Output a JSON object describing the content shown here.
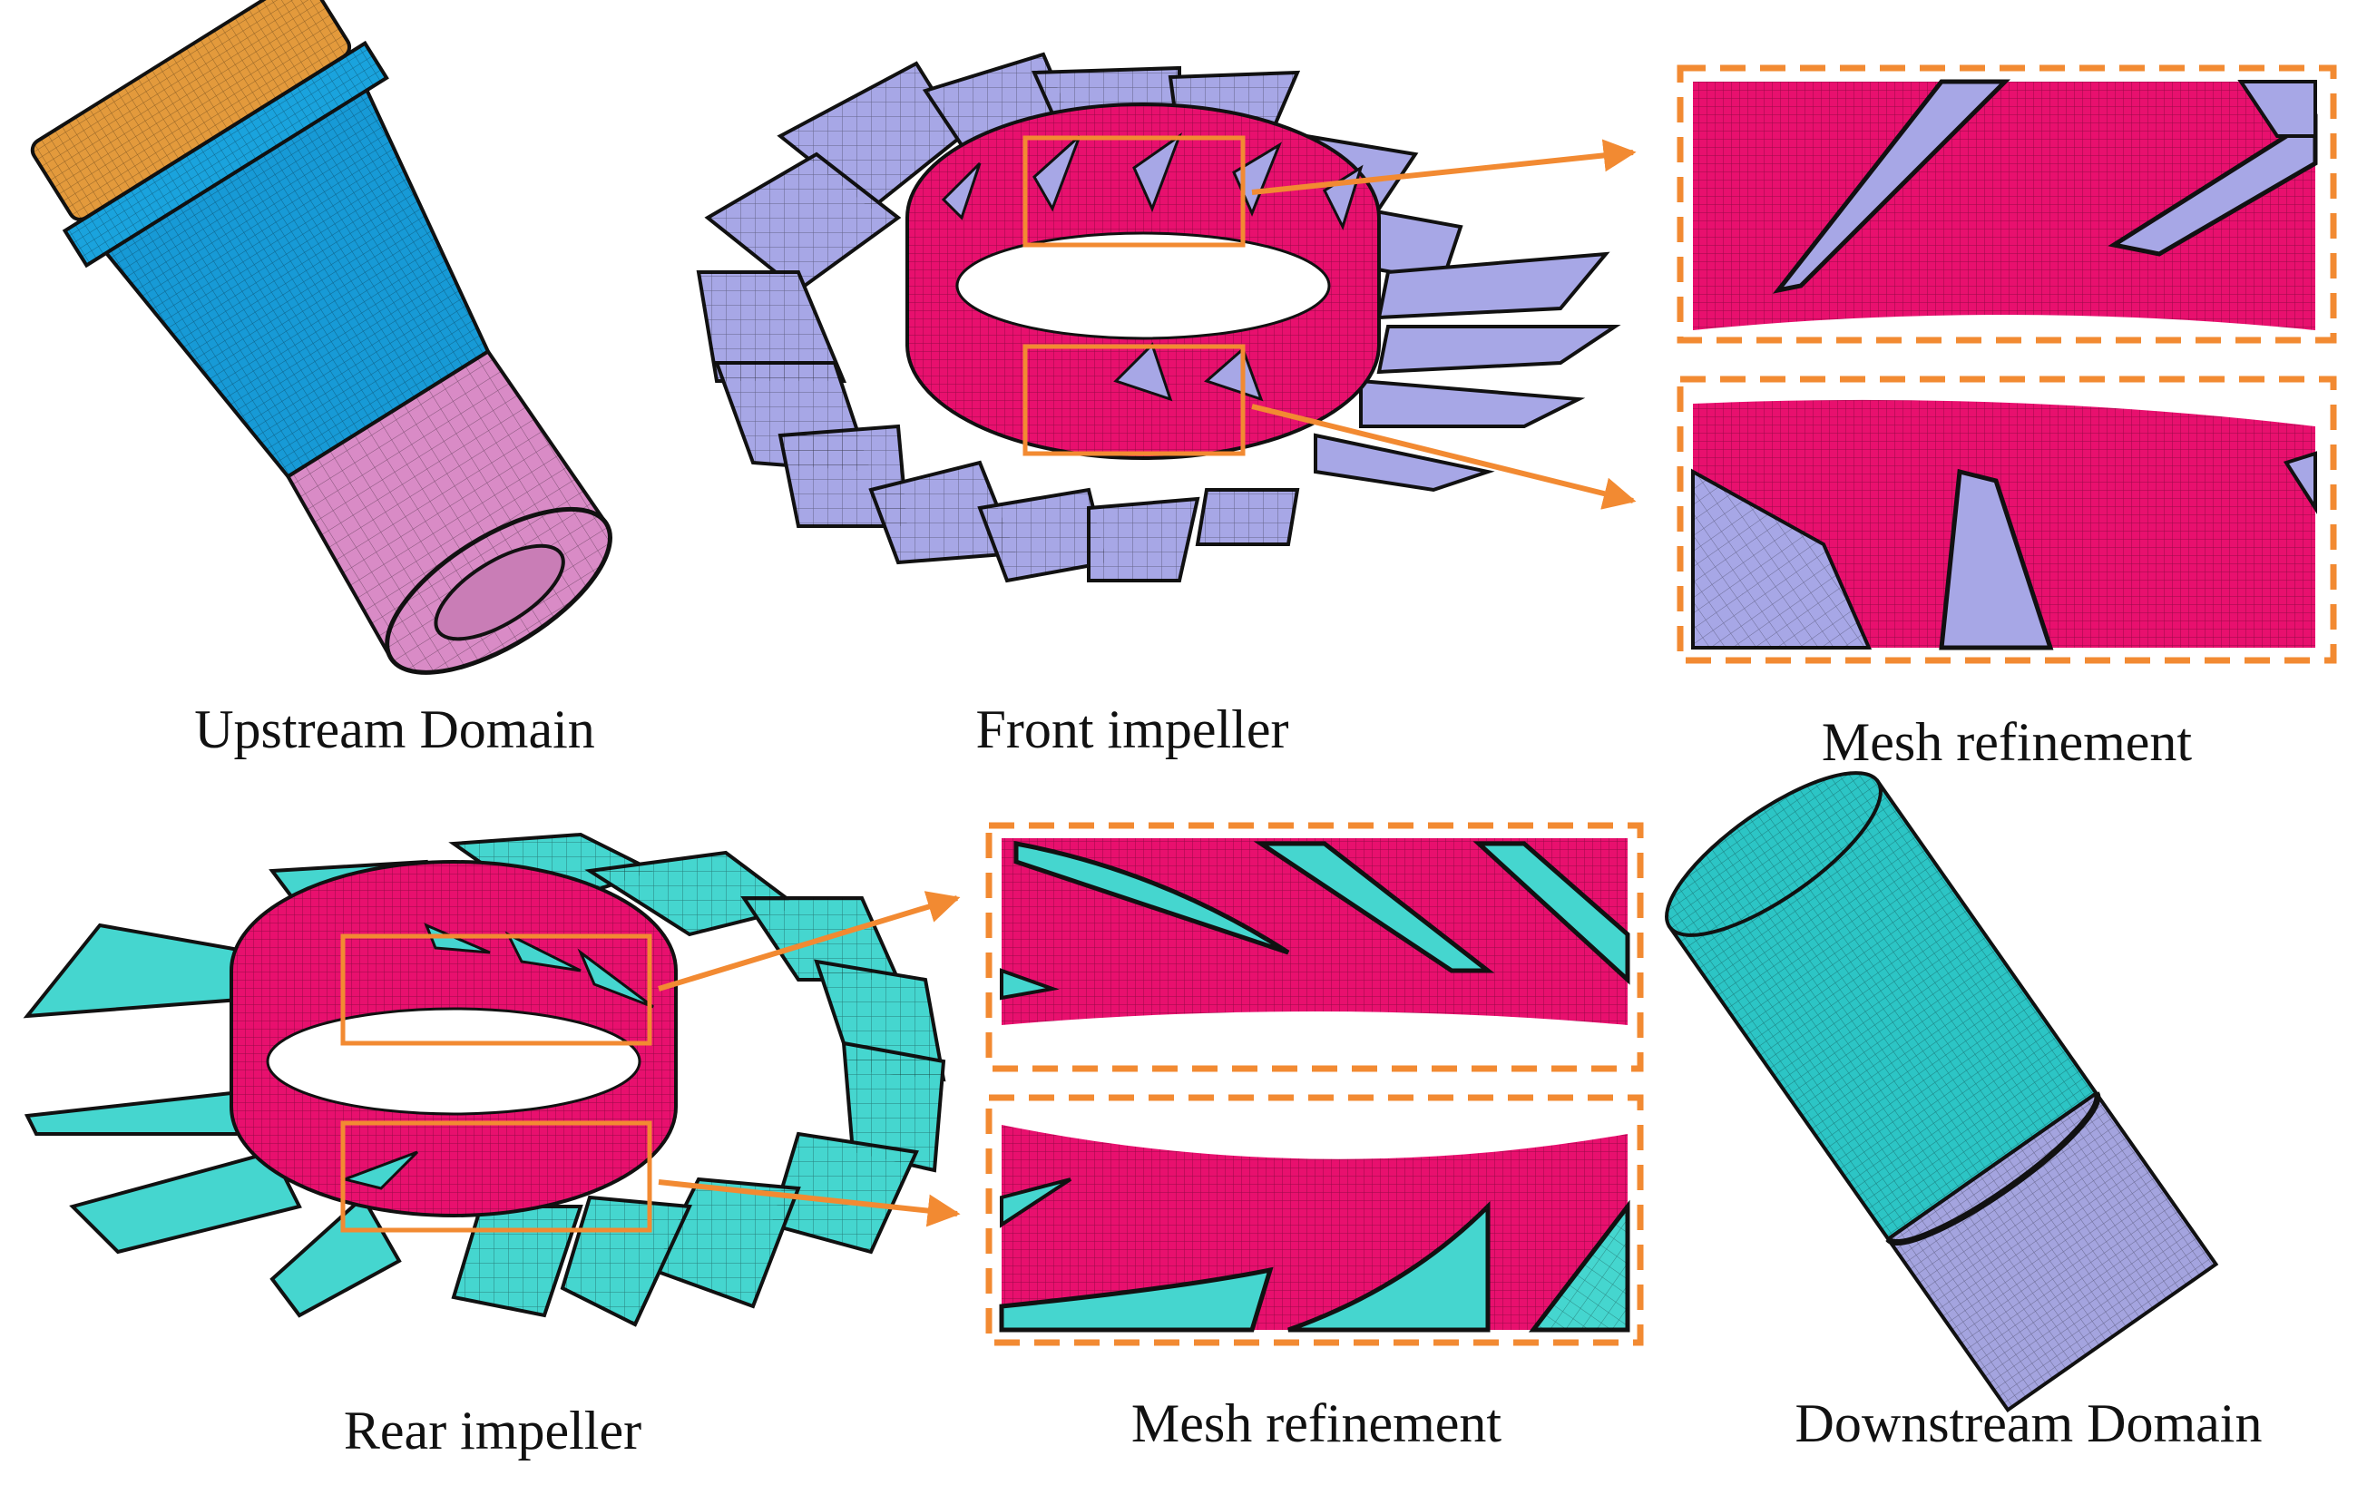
{
  "panels": {
    "upstream_domain": {
      "caption": "Upstream Domain"
    },
    "front_impeller": {
      "caption": "Front impeller"
    },
    "front_mesh_refinement": {
      "caption": "Mesh refinement"
    },
    "rear_impeller": {
      "caption": "Rear impeller"
    },
    "rear_mesh_refinement": {
      "caption": "Mesh refinement"
    },
    "downstream_domain": {
      "caption": "Downstream Domain"
    }
  },
  "colors": {
    "hub": "#e8106e",
    "front_blade": "#a7a7e6",
    "rear_blade": "#45d6cf",
    "upstream_cap": "#e39a3c",
    "upstream_ring": "#1aa3dd",
    "upstream_body": "#179ad6",
    "upstream_tail": "#d98bc6",
    "downstream_body": "#2cc5c5",
    "downstream_tail": "#a4a4df",
    "callout": "#f28a32",
    "edge": "#111111"
  }
}
